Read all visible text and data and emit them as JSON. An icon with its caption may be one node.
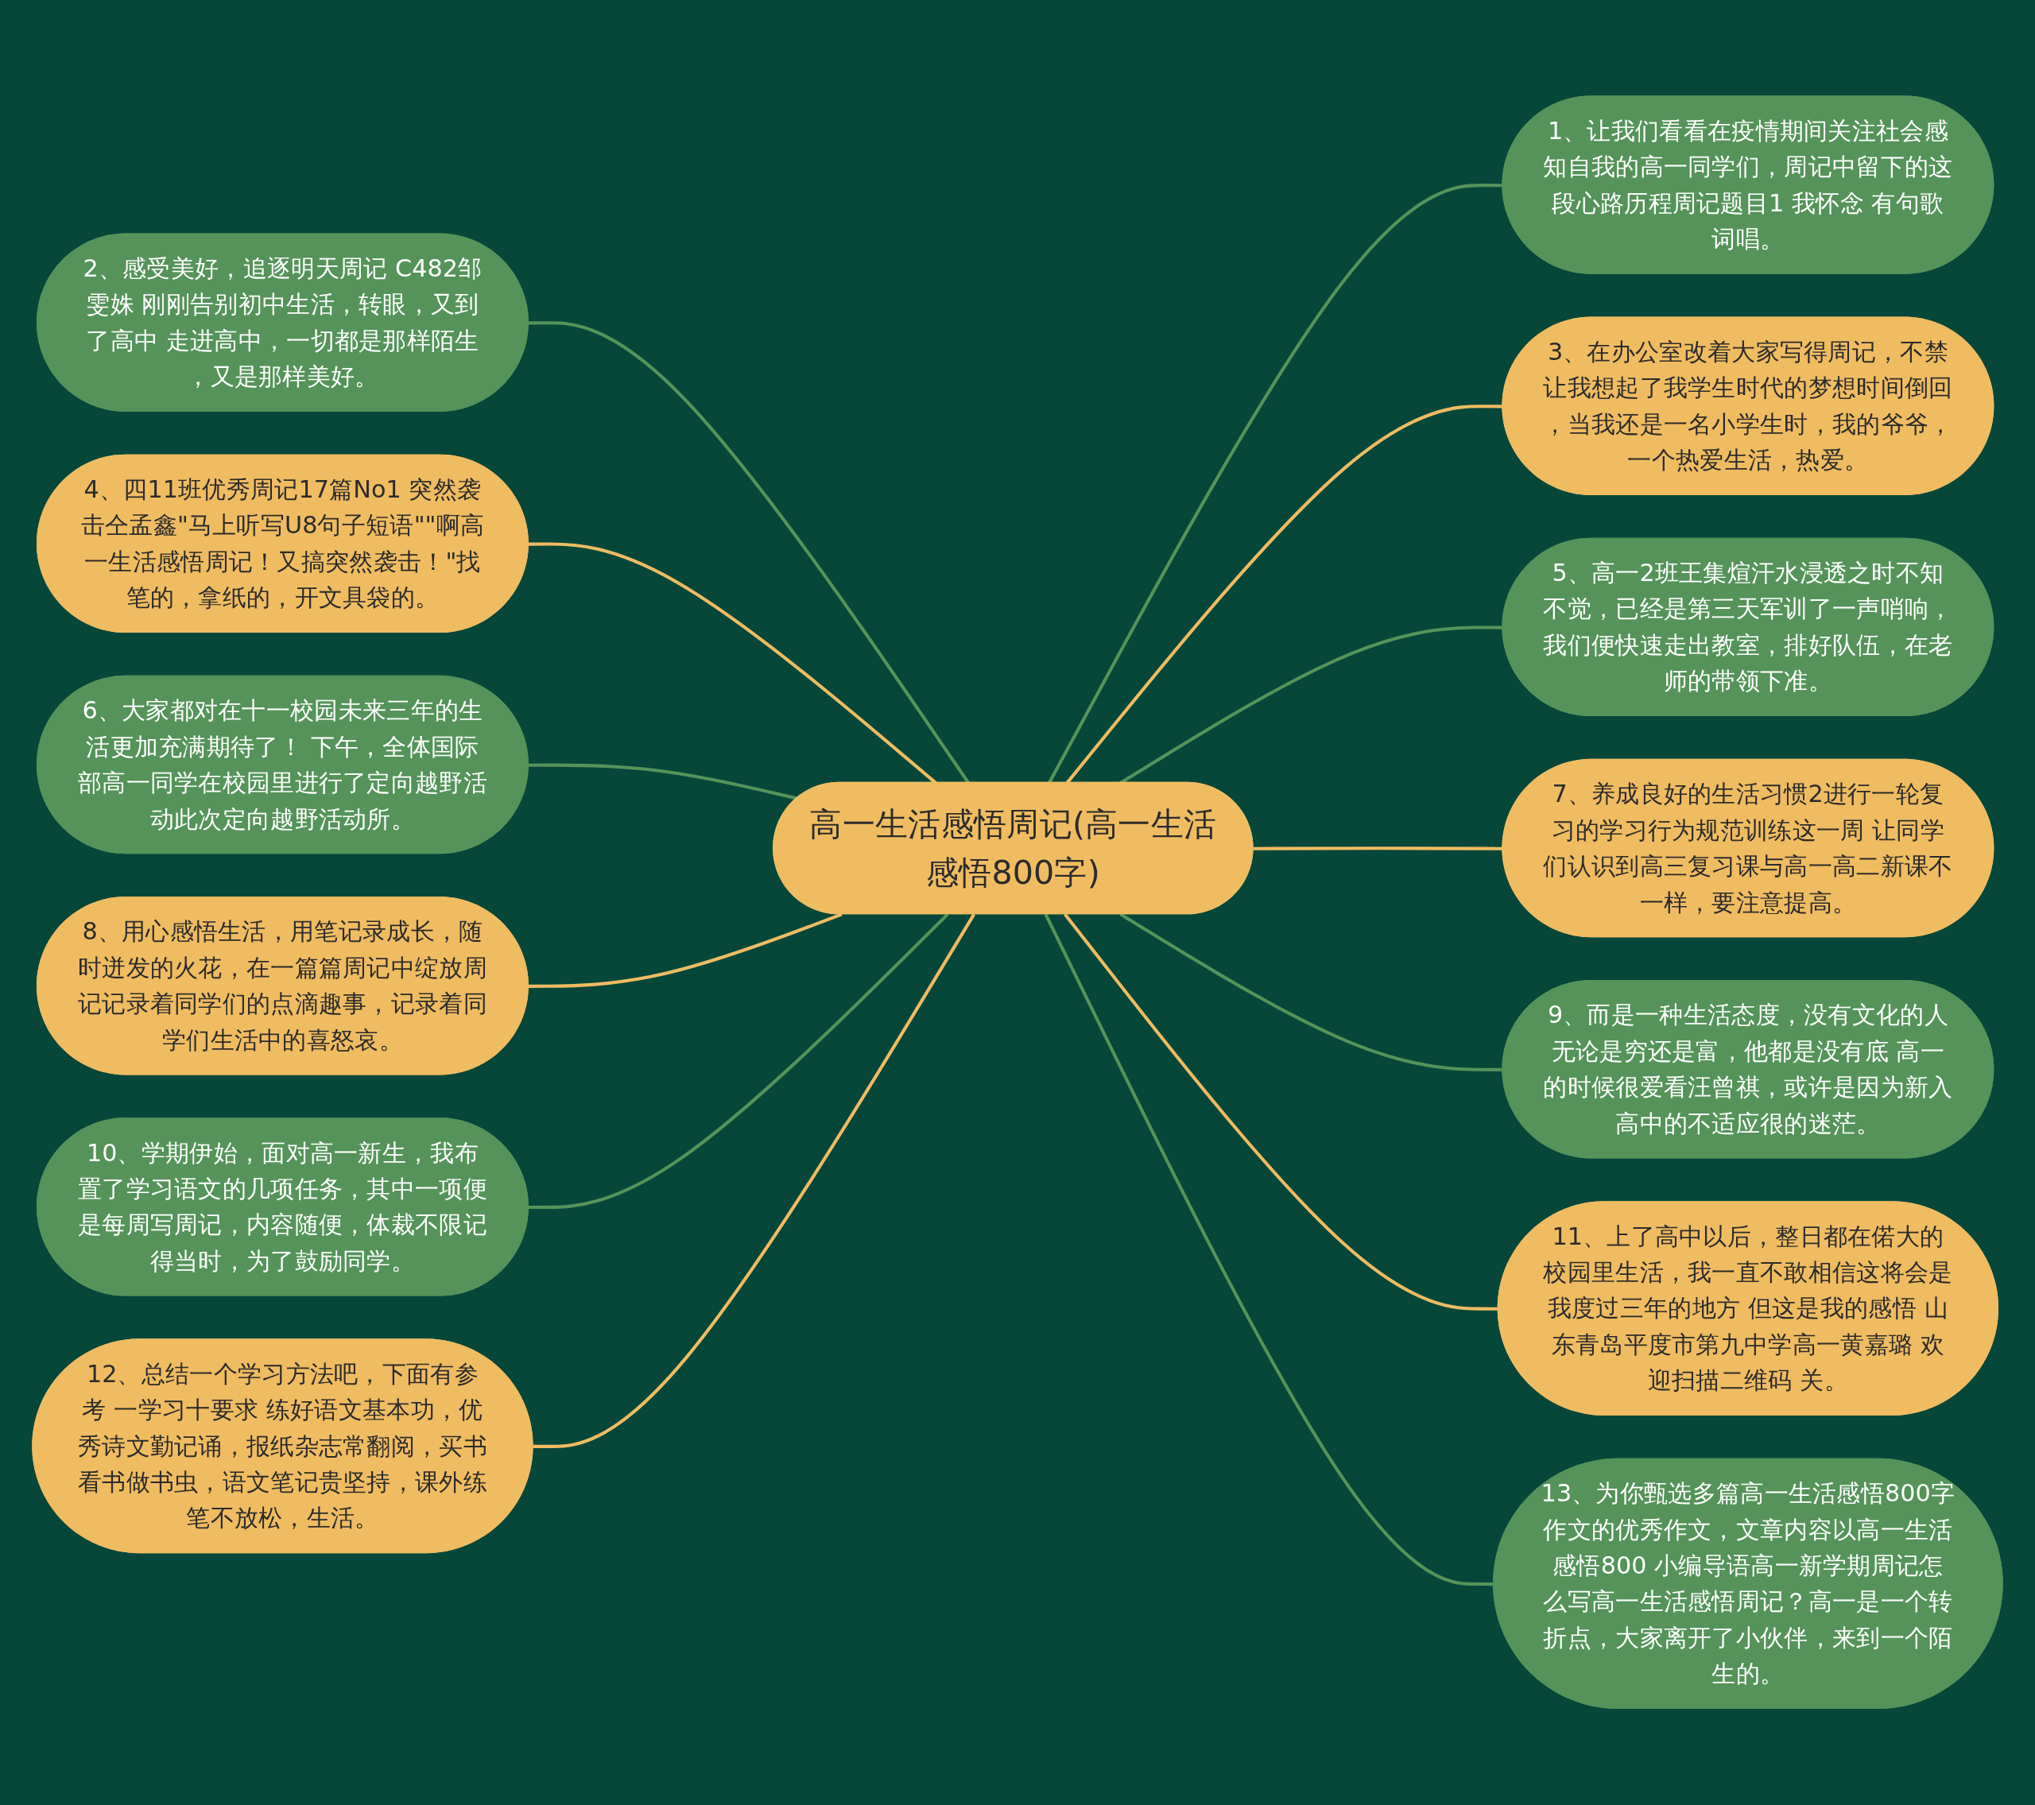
{
  "diagram": {
    "nodes": [
      {
        "text": [
          "高一生活感悟周记(高一生活感悟800字)"
        ]
      },
      {
        "text": [
          "1、让我们看看在疫情期间关注社会感知自我的高一同学们，周记中留下的这段心路历程周记题目1 我怀念 有句歌词唱。"
        ]
      },
      {
        "text": [
          "2、感受美好，追逐明天周记 C482邹雯姝 刚刚告别初中生活，转眼，又到了高中 走进高中，一切都是那样陌生，又是那样美好。"
        ]
      },
      {
        "text": [
          "3、在办公室改着大家写得周记，不禁让我想起了我学生时代的梦想时间倒回，当我还是一名小学生时，我的爷爷，一个热爱生活，热爱。"
        ]
      },
      {
        "text": [
          "4、四11班优秀周记17篇No1 突然袭击仝孟鑫\"马上听写U8句子短语\"\"啊高一生活感悟周记！又搞突然袭击！\"找笔的，拿纸的，开文具袋的。"
        ]
      },
      {
        "text": [
          "5、高一2班王集煊汗水浸透之时不知不觉，已经是第三天军训了一声哨响，我们便快速走出教室，排好队伍，在老师的带领下准。"
        ]
      },
      {
        "text": [
          "6、大家都对在十一校园未来三年的生活更加充满期待了！ 下午，全体国际部高一同学在校园里进行了定向越野活动此次定向越野活动所。"
        ]
      },
      {
        "text": [
          "7、养成良好的生活习惯2进行一轮复习的学习行为规范训练这一周 让同学们认识到高三复习课与高一高二新课不一样，要注意提高。"
        ]
      },
      {
        "text": [
          "8、用心感悟生活，用笔记录成长，随时迸发的火花，在一篇篇周记中绽放周记记录着同学们的点滴趣事，记录着同学们生活中的喜怒哀。"
        ]
      },
      {
        "text": [
          "9、而是一种生活态度，没有文化的人无论是穷还是富，他都是没有底 高一的时候很爱看汪曾祺，或许是因为新入高中的不适应很的迷茫。"
        ]
      },
      {
        "text": [
          "10、学期伊始，面对高一新生，我布置了学习语文的几项任务，其中一项便是每周写周记，内容随便，体裁不限记得当时，为了鼓励同学。"
        ]
      },
      {
        "text": [
          "11、上了高中以后，整日都在偌大的校园里生活，我一直不敢相信这将会是我度过三年的地方 但这是我的感悟 山东青岛平度市第九中学高一黄嘉璐 欢迎扫描二维码 关。"
        ]
      },
      {
        "text": [
          "12、总结一个学习方法吧，下面有参考 一学习十要求 练好语文基本功，优秀诗文勤记诵，报纸杂志常翻阅，买书看书做书虫，语文笔记贵坚持，课外练笔不放松，生活。"
        ]
      },
      {
        "text": [
          "13、为你甄选多篇高一生活感悟800字作文的优秀作文，文章内容以高一生活感悟800 小编导语高一新学期周记怎么写高一生活感悟周记？高一是一个转折点，大家离开了小伙伴，来到一个陌生的。"
        ]
      }
    ],
    "edges": [
      {
        "from": 0,
        "to": 1,
        "arrow": "none"
      },
      {
        "from": 2,
        "to": 0,
        "arrow": "none"
      },
      {
        "from": 0,
        "to": 3,
        "arrow": "none",
        "color": "#f0bc62"
      },
      {
        "from": 4,
        "to": 0,
        "arrow": "none",
        "color": "#f0bc62"
      },
      {
        "from": 0,
        "to": 5,
        "arrow": "none"
      },
      {
        "from": 6,
        "to": 0,
        "arrow": "none"
      },
      {
        "from": 0,
        "to": 7,
        "arrow": "none",
        "color": "#f0bc62"
      },
      {
        "from": 8,
        "to": 0,
        "arrow": "none",
        "color": "#f0bc62"
      },
      {
        "from": 0,
        "to": 9,
        "arrow": "none"
      },
      {
        "from": 10,
        "to": 0,
        "arrow": "none"
      },
      {
        "from": 0,
        "to": 11,
        "arrow": "none",
        "color": "#f0bc62"
      },
      {
        "from": 12,
        "to": 0,
        "arrow": "none",
        "color": "#f0bc62"
      },
      {
        "from": 0,
        "to": 13,
        "arrow": "none"
      }
    ]
  }
}
